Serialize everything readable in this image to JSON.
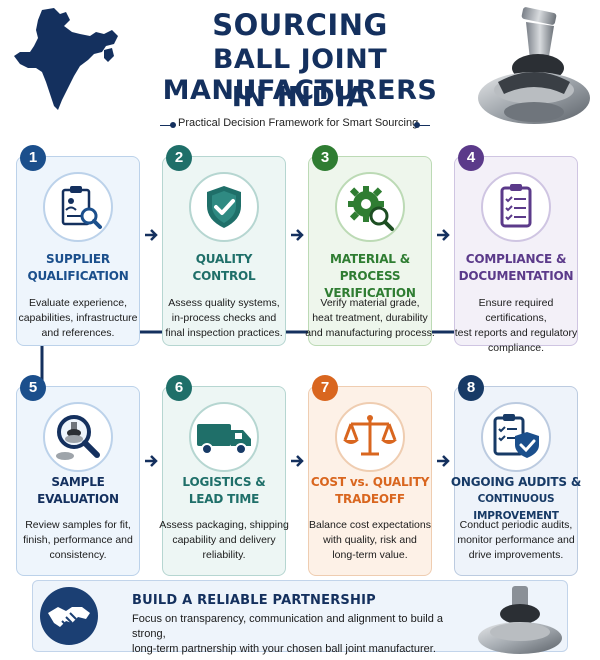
{
  "header": {
    "title_line1": "SOURCING",
    "title_line2": "BALL JOINT MANUFACTURERS",
    "title_line3": "IN INDIA",
    "subtitle": "Practical Decision Framework for Smart Sourcing"
  },
  "colors": {
    "navy": "#14305e",
    "blue": "#1b4f8c",
    "teal": "#1f6f69",
    "green": "#2f7d32",
    "purple": "#5b3a8a",
    "orange": "#d9661f",
    "deep_navy": "#173a66"
  },
  "steps": [
    {
      "number": "1",
      "title_l1": "SUPPLIER",
      "title_l2": "QUALIFICATION",
      "icon": "clipboard-search-icon",
      "desc_l1": "Evaluate experience,",
      "desc_l2": "capabilities, infrastructure",
      "desc_l3": "and references."
    },
    {
      "number": "2",
      "title_l1": "QUALITY",
      "title_l2": "CONTROL",
      "icon": "shield-check-icon",
      "desc_l1": "Assess quality systems,",
      "desc_l2": "in-process checks and",
      "desc_l3": "final inspection practices."
    },
    {
      "number": "3",
      "title_l1": "MATERIAL & PROCESS",
      "title_l2": "VERIFICATION",
      "icon": "gear-search-icon",
      "desc_l1": "Verify material grade,",
      "desc_l2": "heat treatment, durability",
      "desc_l3": "and manufacturing process."
    },
    {
      "number": "4",
      "title_l1": "COMPLIANCE &",
      "title_l2": "DOCUMENTATION",
      "icon": "checklist-icon",
      "desc_l1": "Ensure required certifications,",
      "desc_l2": "test reports and regulatory",
      "desc_l3": "compliance."
    },
    {
      "number": "5",
      "title_l1": "SAMPLE",
      "title_l2": "EVALUATION",
      "icon": "magnify-part-icon",
      "desc_l1": "Review samples for fit,",
      "desc_l2": "finish, performance and",
      "desc_l3": "consistency."
    },
    {
      "number": "6",
      "title_l1": "LOGISTICS &",
      "title_l2": "LEAD TIME",
      "icon": "truck-icon",
      "desc_l1": "Assess packaging, shipping",
      "desc_l2": "capability and delivery",
      "desc_l3": "reliability."
    },
    {
      "number": "7",
      "title_l1": "COST vs. QUALITY",
      "title_l2": "TRADEOFF",
      "icon": "scale-icon",
      "desc_l1": "Balance cost expectations",
      "desc_l2": "with quality, risk and",
      "desc_l3": "long-term value."
    },
    {
      "number": "8",
      "title_l1": "ONGOING AUDITS &",
      "title_l2": "CONTINUOUS IMPROVEMENT",
      "icon": "audit-shield-icon",
      "desc_l1": "Conduct periodic audits,",
      "desc_l2": "monitor performance and",
      "desc_l3": "drive improvements."
    }
  ],
  "banner": {
    "title": "BUILD A RELIABLE PARTNERSHIP",
    "desc_l1": "Focus on transparency, communication and alignment to build a strong,",
    "desc_l2": "long-term partnership with your chosen ball joint manufacturer."
  }
}
